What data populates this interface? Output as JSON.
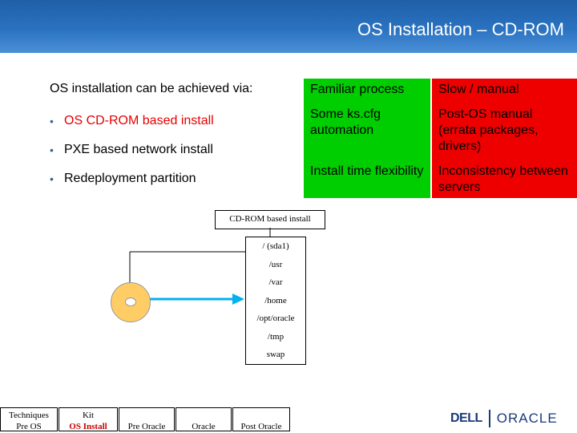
{
  "header": {
    "title": "OS Installation – CD-ROM"
  },
  "intro": "OS installation can be achieved via:",
  "bullets": [
    "OS CD-ROM based install",
    "PXE based network install",
    "Redeployment partition"
  ],
  "table": {
    "rows": [
      [
        "Familiar process",
        "Slow / manual"
      ],
      [
        "Some ks.cfg automation",
        "Post-OS manual (errata packages, drivers)"
      ],
      [
        "Install time flexibility",
        "Inconsistency between servers"
      ]
    ]
  },
  "diagram": {
    "label": "CD-ROM based install",
    "filesystems": [
      "/ (sda1)",
      "/usr",
      "/var",
      "/home",
      "/opt/oracle",
      "/tmp",
      "swap"
    ]
  },
  "nav": {
    "techniques": "Techniques",
    "pre_os": "Pre OS",
    "kit": "Kit",
    "os_install": "OS Install",
    "pre_oracle": "Pre Oracle",
    "oracle": "Oracle",
    "post_oracle": "Post Oracle"
  },
  "logos": {
    "dell": "DELL",
    "oracle": "ORACLE"
  },
  "colors": {
    "header_blue": "#1f5fa8",
    "green": "#00ce00",
    "red": "#ee0000",
    "nav_red": "#cc0000"
  }
}
